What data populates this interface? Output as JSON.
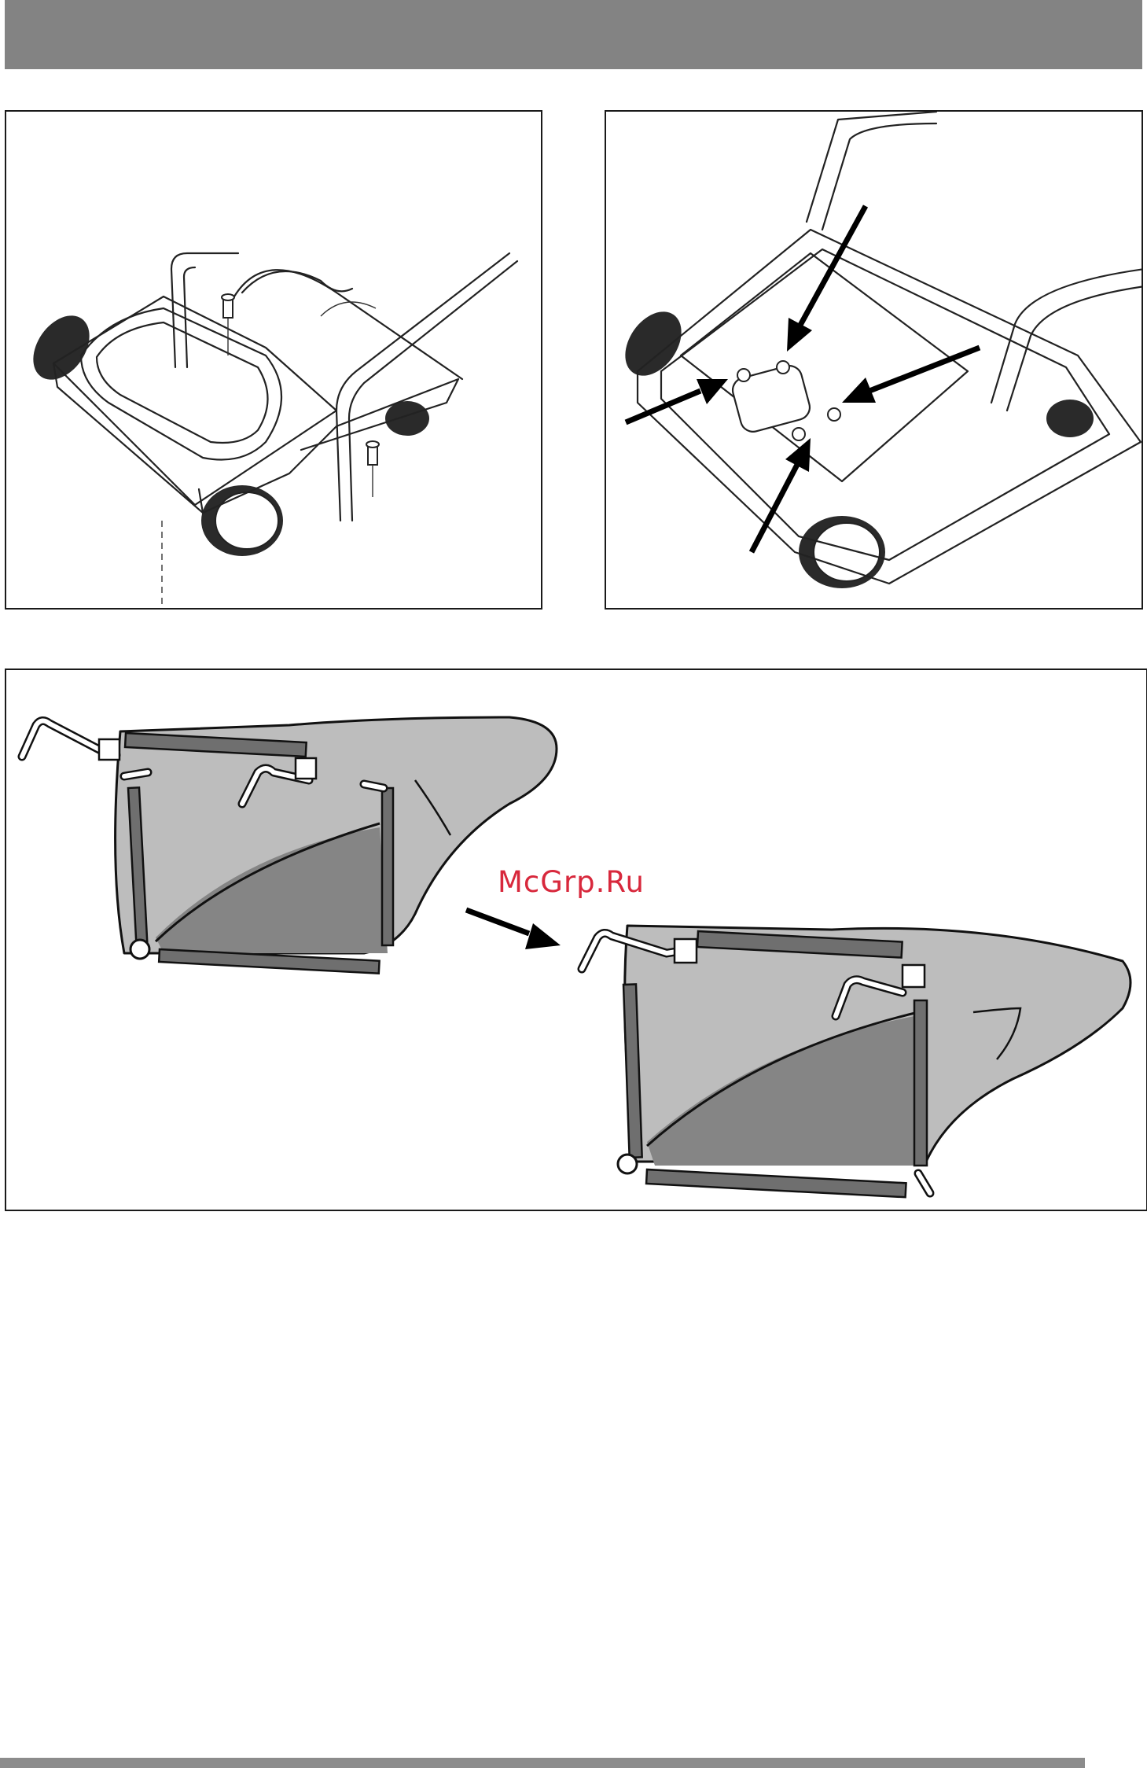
{
  "watermark": {
    "text": "McGrp.Ru",
    "color": "#d8283c"
  },
  "colors": {
    "header_bar": "#838383",
    "footer_bar": "#8c8c8c",
    "bag_light": "#bdbdbd",
    "bag_dark": "#858585"
  },
  "figures": [
    {
      "id": "a",
      "icon": "mower-underside-screws-icon"
    },
    {
      "id": "b",
      "icon": "mower-motor-arrows-icon"
    },
    {
      "id": "c",
      "icon": "grass-bag-assembly-icon"
    }
  ]
}
